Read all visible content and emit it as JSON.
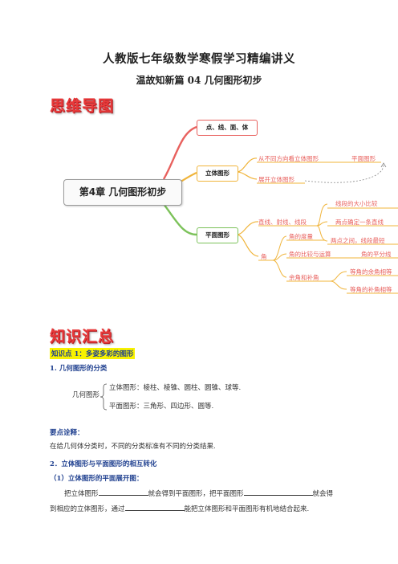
{
  "header": {
    "title": "人教版七年级数学寒假学习精编讲义",
    "subtitle": "温故知新篇 04  几何图形初步"
  },
  "section_mindmap": {
    "heading": "思维导图"
  },
  "mindmap": {
    "center": "第4章 几何图形初步",
    "branch1": "点、线、面、体",
    "branch2": {
      "label": "立体图形",
      "items": [
        "从不同方向看立体图形",
        "展开立体图形"
      ],
      "target": "平面图形"
    },
    "branch3": {
      "label": "平面图形",
      "line_group": {
        "label": "直线、射线、线段",
        "items": [
          "线段的大小比较",
          "两点确定一条直线",
          "两点之间，线段最短"
        ]
      },
      "angle_group": {
        "label": "角",
        "items": [
          "角的度量",
          "角的比较与运算",
          "余角和补角"
        ],
        "bisector": "角的平分线",
        "complements": [
          "等角的余角相等",
          "等角的补角相等"
        ]
      }
    }
  },
  "section_summary": {
    "heading": "知识汇总"
  },
  "knowledge": {
    "point1_label": "知识点 1：多姿多彩的图形",
    "item1_heading": "1.   几何图形的分类",
    "classification": {
      "root": "几何图形",
      "solid": "立体图形：棱柱、棱锥、圆柱、圆锥、球等.",
      "plane": "平面图形：三角形、四边形、圆等."
    },
    "note_heading": "要点诠释：",
    "note_text": "在给几何体分类时，不同的分类标准有不同的分类结果.",
    "item2_heading": "2．立体图形与平面图形的相互转化",
    "sub1_heading": "（1）立体图形的平面展开图：",
    "sub1_line1": [
      "把立体图形",
      "就会得到平面图形，把平面图形",
      "就会得"
    ],
    "sub1_line2": [
      "到相应的立体图形，通过",
      "能把立体图形和平面图形有机地结合起来."
    ]
  },
  "colors": {
    "heading_red": "#e8393a",
    "branch_red": "#e8615e",
    "branch_orange": "#f0b43a",
    "branch_green": "#7cc25a",
    "text_blue": "#1e3f8f",
    "highlight_yellow": "#f8f200"
  }
}
